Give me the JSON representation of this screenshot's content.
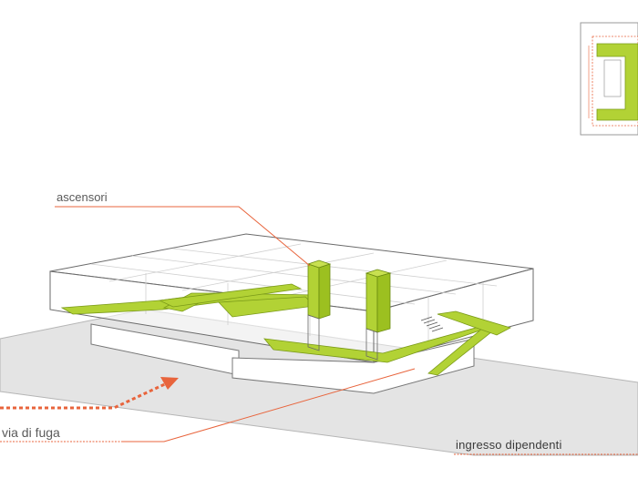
{
  "labels": {
    "ascensori": "ascensori",
    "via_di_fuga": "via di fuga",
    "ingresso_dipendenti": "ingresso dipendenti"
  },
  "colors": {
    "accent_green": "#b2d235",
    "accent_orange": "#e8643c",
    "ground_gray": "#e3e3e3",
    "outline": "#555555"
  }
}
